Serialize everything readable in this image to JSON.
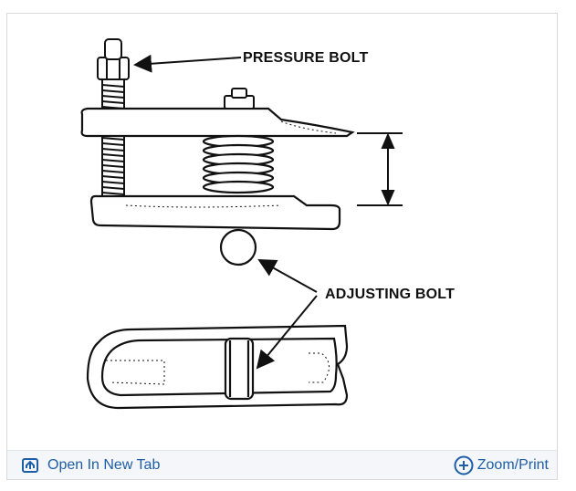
{
  "figure": {
    "labels": {
      "pressure_bolt": "PRESSURE BOLT",
      "adjusting_bolt": "ADJUSTING BOLT"
    }
  },
  "toolbar": {
    "open_new_tab": {
      "label": "Open In New Tab",
      "icon": "open-new-tab-icon"
    },
    "zoom_print": {
      "label": "Zoom/Print",
      "icon": "plus-circle-icon"
    }
  },
  "colors": {
    "link": "#1d5ea8",
    "toolbar_bg": "#f4f6f9",
    "border": "#d9d9d9",
    "ink": "#111111"
  }
}
